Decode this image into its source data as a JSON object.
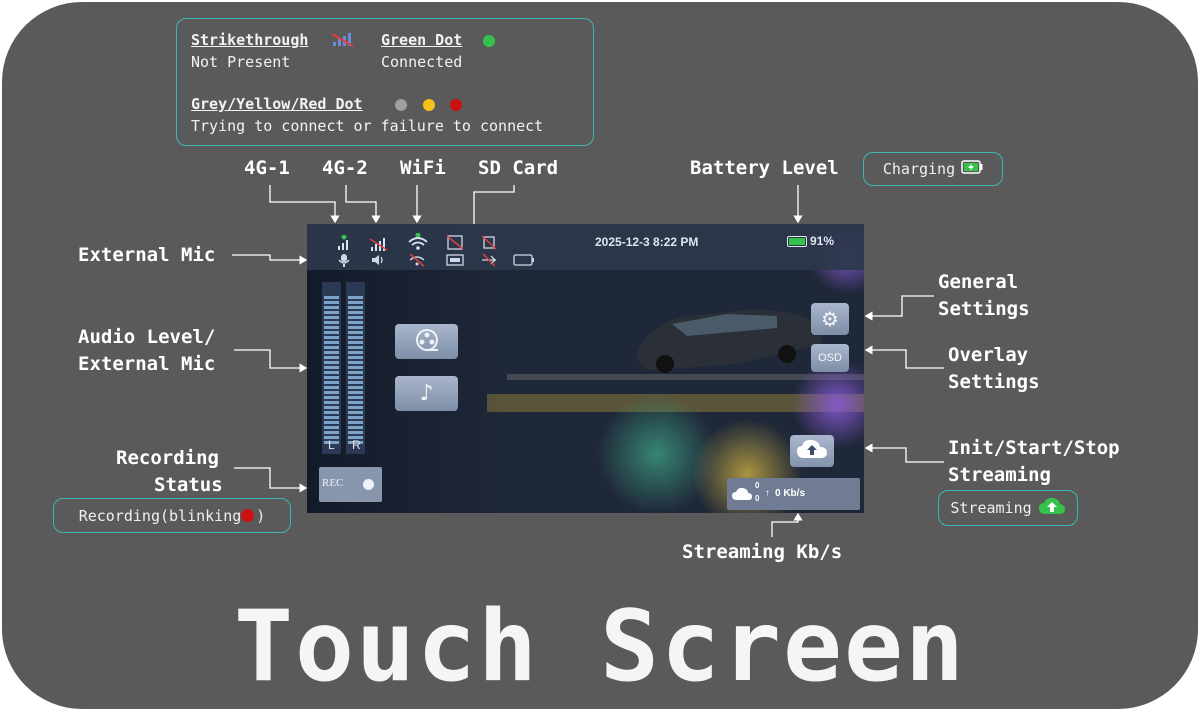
{
  "legend": {
    "strike_label": "Strikethrough",
    "strike_desc": "Not Present",
    "green_label": "Green Dot",
    "green_desc": "Connected",
    "multi_label": "Grey/Yellow/Red Dot",
    "multi_desc": "Trying to connect or failure to connect"
  },
  "labels": {
    "g4_1": "4G-1",
    "g4_2": "4G-2",
    "wifi": "WiFi",
    "sd": "SD Card",
    "battery": "Battery Level",
    "ext_mic": "External Mic",
    "audio_1": "Audio Level/",
    "audio_2": "External Mic",
    "rec_1": "Recording",
    "rec_2": "Status",
    "general_1": "General",
    "general_2": "Settings",
    "overlay_1": "Overlay",
    "overlay_2": "Settings",
    "stream_1": "Init/Start/Stop",
    "stream_2": "Streaming",
    "kbs": "Streaming Kb/s"
  },
  "pills": {
    "charging": "Charging",
    "recording": "Recording(blinking",
    "recording_end": ")",
    "streaming": "Streaming"
  },
  "screen": {
    "datetime": "2025-12-3 8:22 PM",
    "battery_pct": "91%",
    "battery_level": 0.91,
    "meter_l": "L",
    "meter_r": "R",
    "rec": "REC",
    "osd": "OSD",
    "kbs_top": "0",
    "kbs_bottom": "0",
    "kbs_value": "0 Kb/s"
  },
  "title": "Touch Screen",
  "colors": {
    "accent": "#3fb6b6",
    "green": "#35c24a",
    "grey": "#a0a0a0",
    "yellow": "#f5c21b",
    "red": "#cc1111"
  }
}
